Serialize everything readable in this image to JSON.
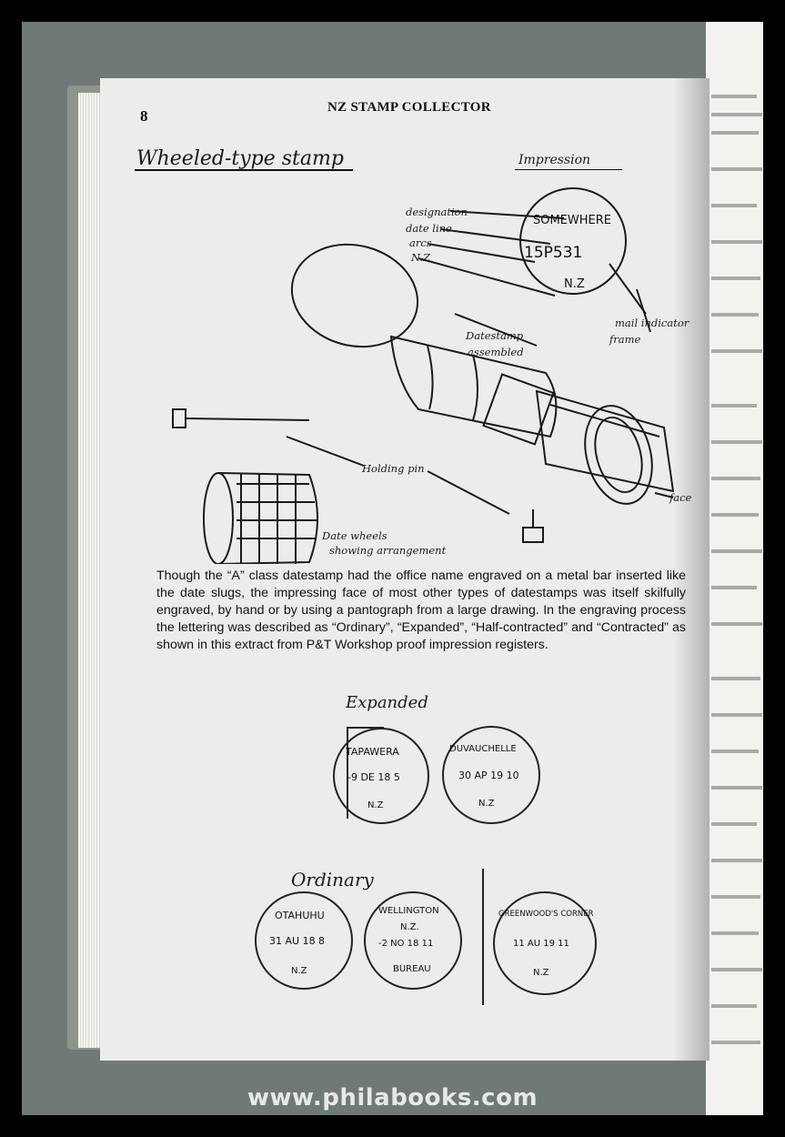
{
  "page": {
    "number": "8",
    "running_head": "NZ STAMP COLLECTOR"
  },
  "illustration": {
    "title": "Wheeled-type stamp",
    "impression_label": "Impression",
    "labels": {
      "designation": "designation",
      "date_line": "date line",
      "arcs": "arcs",
      "nz": "N.Z",
      "mail_indicator": "mail indicator",
      "frame": "frame",
      "datestamp": "Datestamp",
      "assembled": "assembled",
      "holding_pin": "Holding pin",
      "face": "face",
      "date_wheels": "Date wheels",
      "showing_arrangement": "showing arrangement"
    },
    "impression_stamp": {
      "office": "SOMEWHERE",
      "date": "15P531",
      "country": "N.Z"
    }
  },
  "body_text": "Though the “A” class datestamp had the office name engraved on a metal bar inserted like the date slugs, the impressing face of most other types of datestamps was itself skilfully engraved, by hand or by using a pantograph from a large drawing. In the engraving process the lettering was described as “Ordinary”, “Expanded”, “Half-contracted” and “Contracted” as shown in this extract from P&T Workshop proof impression registers.",
  "proofs": {
    "expanded_label": "Expanded",
    "ordinary_label": "Ordinary",
    "stamps": [
      {
        "office": "TAPAWERA",
        "date": "-9 DE 18 5",
        "country": "N.Z"
      },
      {
        "office": "DUVAUCHELLE",
        "date": "30 AP 19 10",
        "country": "N.Z"
      },
      {
        "office": "OTAHUHU",
        "date": "31 AU 18 8",
        "country": "N.Z"
      },
      {
        "office": "WELLINGTON",
        "sub": "N.Z.",
        "date": "-2 NO 18 11",
        "country": "BUREAU"
      },
      {
        "office": "GREENWOOD'S CORNER",
        "date": "11 AU 19 11",
        "country": "N.Z"
      }
    ]
  },
  "footer": "www.philabooks.com"
}
